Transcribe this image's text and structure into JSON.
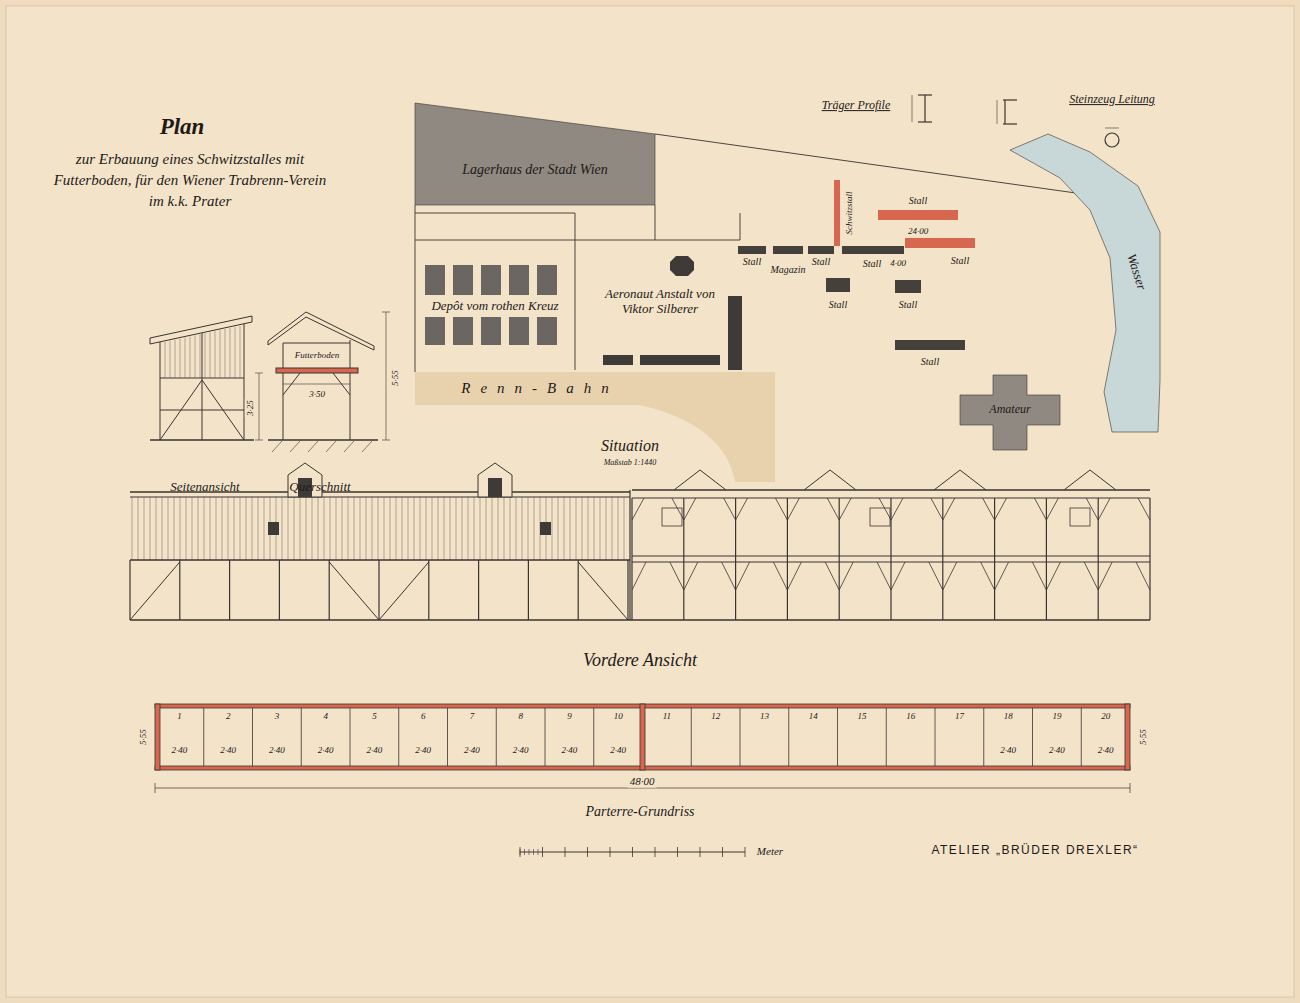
{
  "diagram": {
    "title": "Plan",
    "nodes": [
      {
        "text": [
          "Lagerhaus der Stadt Wien"
        ]
      },
      {
        "text": [
          "Depôt vom rothen Kreuz"
        ]
      },
      {
        "text": [
          "Aeronaut Anstalt von Viktor Silberer"
        ]
      },
      {
        "text": [
          "Stall"
        ]
      },
      {
        "text": [
          "Magazin"
        ]
      },
      {
        "text": [
          "Stall"
        ]
      },
      {
        "text": [
          "Schwitzstall"
        ]
      },
      {
        "text": [
          "Stall"
        ]
      },
      {
        "text": [
          "Stall"
        ]
      },
      {
        "text": [
          "Stall"
        ]
      },
      {
        "text": [
          "Stall"
        ]
      },
      {
        "text": [
          "Stall"
        ]
      },
      {
        "text": [
          "Wasser"
        ]
      },
      {
        "text": [
          "Renn-Bahn"
        ]
      },
      {
        "text": [
          "Stall"
        ]
      },
      {
        "text": [
          "Amateur"
        ]
      }
    ],
    "labels": [
      "zur Erbauung eines Schwitzstalles mit Futterboden, für den Wiener Trabrenn-Verein im k.k. Prater",
      "Träger Profile",
      "Steinzeug Leitung",
      "Situation",
      "Maßstab 1:1440",
      "Seitenansicht",
      "Querschnitt",
      "Vordere Ansicht",
      "Parterre-Grundriss",
      "Meter",
      "ATELIER „BRÜDER DREXLER“",
      "Futterboden",
      "3·50",
      "3·25",
      "5·55",
      "48·00",
      "5·55",
      "5·55",
      "24·00",
      "4·00",
      "1",
      "2",
      "3",
      "4",
      "5",
      "6",
      "7",
      "8",
      "9",
      "10",
      "11",
      "12",
      "13",
      "14",
      "15",
      "16",
      "17",
      "18",
      "19",
      "20",
      "2·40",
      "2·40",
      "2·40",
      "2·40",
      "2·40",
      "2·40",
      "2·40",
      "2·40",
      "2·40",
      "2·40",
      "2·40",
      "2·40",
      "2·40"
    ]
  }
}
